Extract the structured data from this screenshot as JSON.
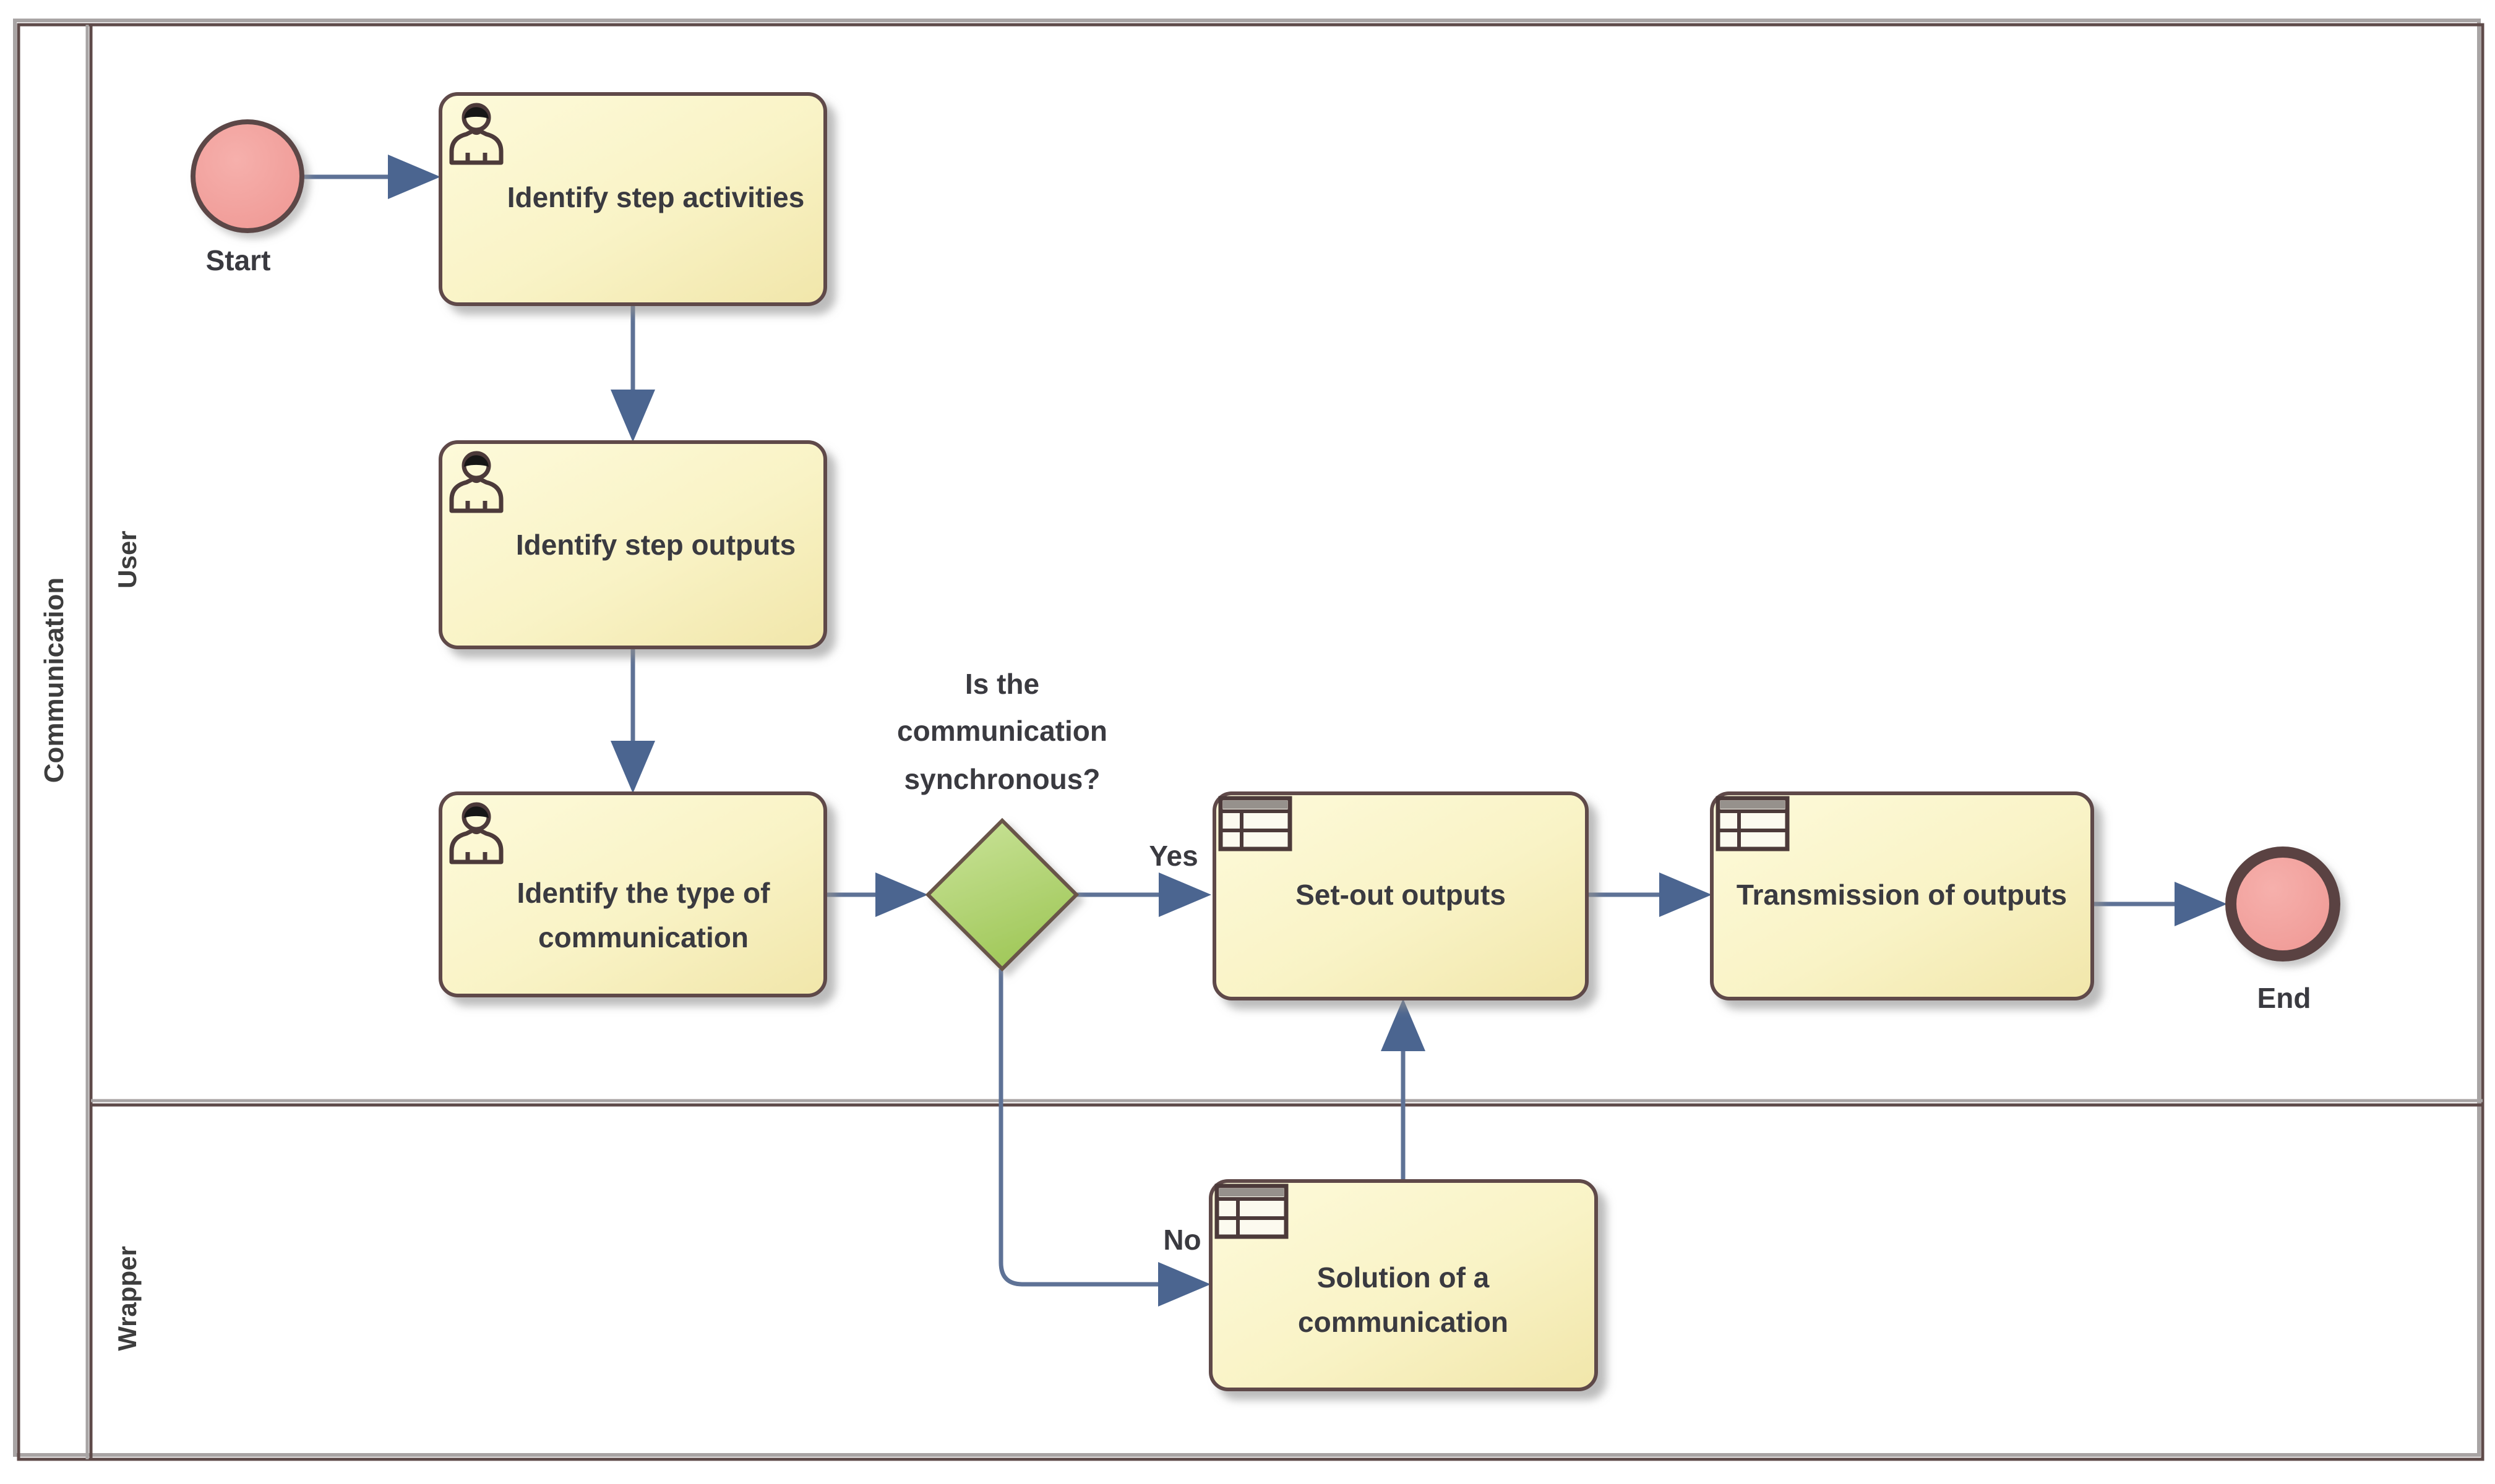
{
  "pool": {
    "label": "Communication"
  },
  "lanes": [
    {
      "label": "User"
    },
    {
      "label": "Wrapper"
    }
  ],
  "events": {
    "start": {
      "label": "Start"
    },
    "end": {
      "label": "End"
    }
  },
  "tasks": [
    {
      "id": "identify-step-activities",
      "type": "user-task",
      "label": "Identify step activities"
    },
    {
      "id": "identify-step-outputs",
      "type": "user-task",
      "label": "Identify step outputs"
    },
    {
      "id": "identify-type-communication",
      "type": "user-task",
      "label_line1": "Identify the type of",
      "label_line2": "communication"
    },
    {
      "id": "set-out-outputs",
      "type": "business-rule-task",
      "label": "Set-out outputs"
    },
    {
      "id": "transmission-of-outputs",
      "type": "business-rule-task",
      "label": "Transmission of outputs"
    },
    {
      "id": "solution-of-communication",
      "type": "business-rule-task",
      "label_line1": "Solution of a",
      "label_line2": "communication"
    }
  ],
  "gateway": {
    "question_line1": "Is the",
    "question_line2": "communication",
    "question_line3": "synchronous?",
    "yes_label": "Yes",
    "no_label": "No"
  },
  "colors": {
    "task_fill_light": "#fdfada",
    "task_fill_dark": "#f1e6aa",
    "node_border": "#5e4a49",
    "event_fill": "#f3a3a0",
    "gateway_fill_light": "#cbe49b",
    "gateway_fill_dark": "#a2c95c",
    "connector_line": "#5e7296",
    "arrowhead": "#4b6590",
    "text": "#3a3a40",
    "icon_stroke": "#4c3a3a",
    "table_icon_header": "#96918c",
    "frame_shadow": "#a8a4a4"
  }
}
